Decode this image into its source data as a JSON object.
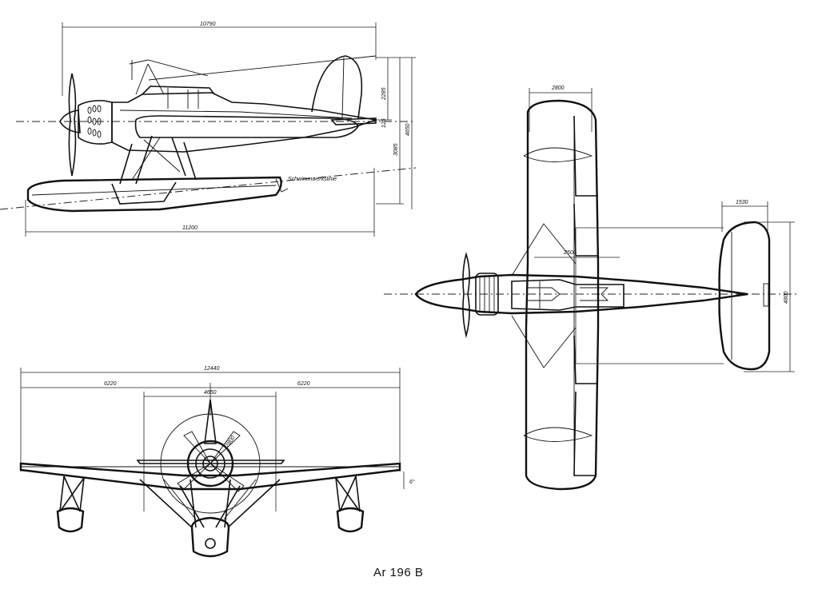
{
  "caption": "Ar 196 B",
  "side_view": {
    "dims": {
      "top_length": "10790",
      "float_length": "11200",
      "height_fin": "2285",
      "height_total": "4650",
      "height_mid": "3085",
      "height_small": "125",
      "float_label": "Schwimmwerkslinie"
    }
  },
  "plan_view": {
    "dims": {
      "wing_chord": "2800",
      "fuselage_width": "2500",
      "tail_chord": "1530",
      "tail_span": "4800"
    }
  },
  "front_view": {
    "dims": {
      "span": "12440",
      "half_left": "6220",
      "half_right": "6220",
      "float_track": "4650",
      "prop_diameter": "2800",
      "dihedral": "6°"
    }
  }
}
